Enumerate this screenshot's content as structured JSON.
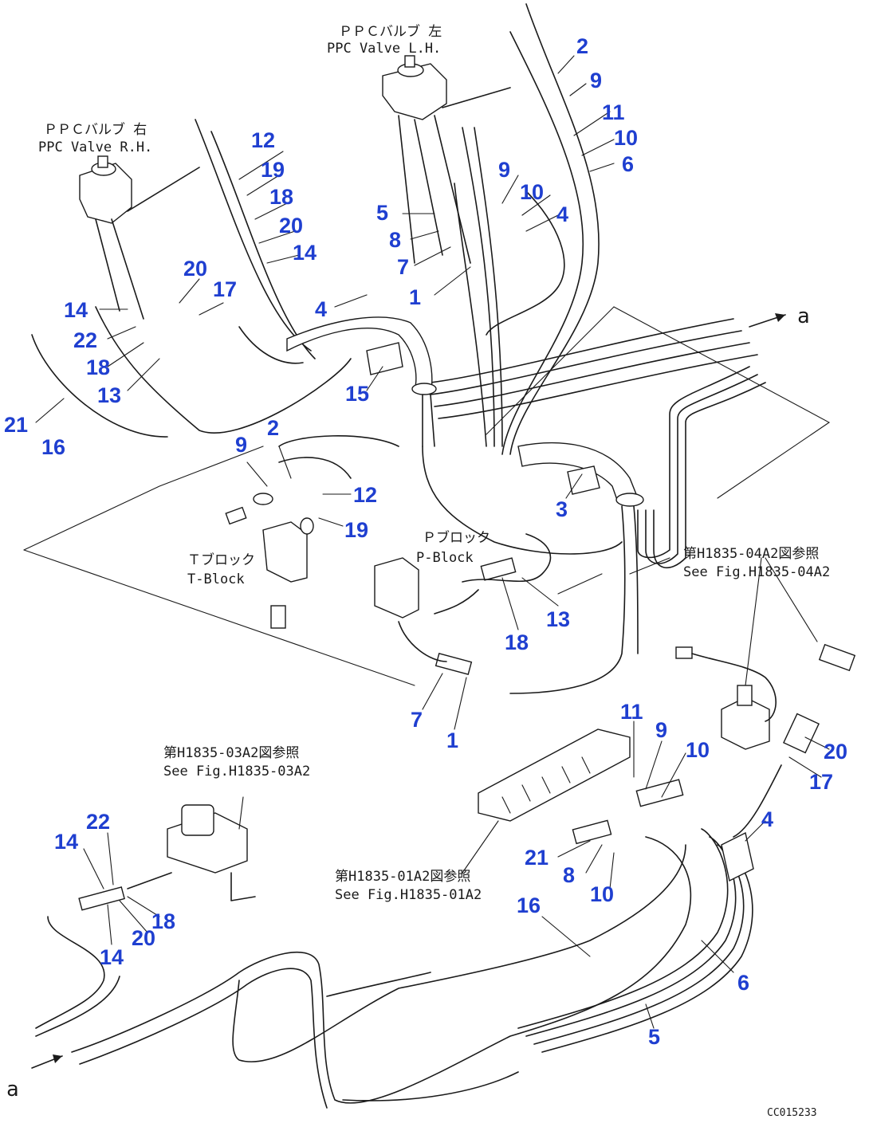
{
  "labels": {
    "ppc_valve_lh_jp": "ＰＰＣバルブ 左",
    "ppc_valve_lh_en": "PPC Valve L.H.",
    "ppc_valve_rh_jp": "ＰＰＣバルブ 右",
    "ppc_valve_rh_en": "PPC Valve R.H.",
    "t_block_jp": "Ｔブロック",
    "t_block_en": "T-Block",
    "p_block_jp": "Ｐブロック",
    "p_block_en": "P-Block",
    "ref_04a2_jp": "第H1835-04A2図参照",
    "ref_04a2_en": "See Fig.H1835-04A2",
    "ref_03a2_jp": "第H1835-03A2図参照",
    "ref_03a2_en": "See Fig.H1835-03A2",
    "ref_01a2_jp": "第H1835-01A2図参照",
    "ref_01a2_en": "See Fig.H1835-01A2",
    "arrow_a_top": "a",
    "arrow_a_bottom": "a",
    "drawing_code": "CC015233"
  },
  "callouts": [
    "2",
    "9",
    "11",
    "10",
    "6",
    "9",
    "10",
    "4",
    "5",
    "8",
    "7",
    "1",
    "4",
    "12",
    "19",
    "18",
    "20",
    "14",
    "20",
    "17",
    "14",
    "22",
    "18",
    "13",
    "21",
    "16",
    "15",
    "9",
    "2",
    "12",
    "19",
    "3",
    "13",
    "18",
    "7",
    "1",
    "11",
    "9",
    "10",
    "20",
    "17",
    "4",
    "21",
    "8",
    "10",
    "16",
    "6",
    "5",
    "14",
    "22",
    "18",
    "20",
    "14"
  ],
  "colors": {
    "callout": "#1f3fd0",
    "line": "#1a1a1a"
  }
}
